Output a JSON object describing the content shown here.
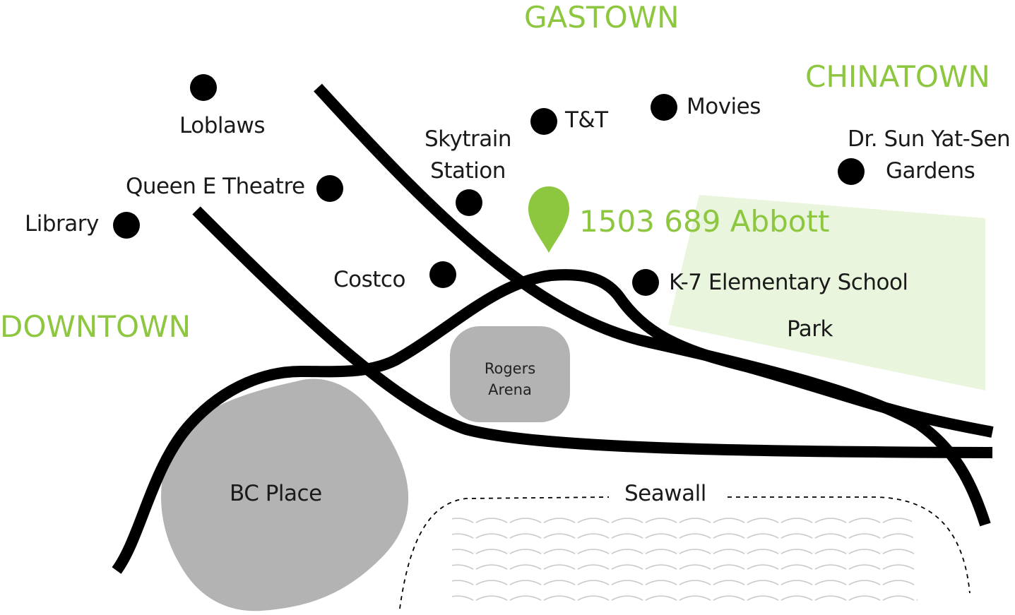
{
  "districts": {
    "gastown": "GASTOWN",
    "chinatown": "CHINATOWN",
    "downtown": "DOWNTOWN"
  },
  "destination": {
    "address": "1503 689 Abbott",
    "pin_icon": "map-pin-icon",
    "accent_color": "#8dc63f"
  },
  "places": {
    "loblaws": "Loblaws",
    "queen_e_theatre": "Queen E Theatre",
    "library": "Library",
    "skytrain_line1": "Skytrain",
    "skytrain_line2": "Station",
    "tnt": "T&T",
    "movies": "Movies",
    "sun_yat_sen_line1": "Dr. Sun Yat-Sen",
    "sun_yat_sen_line2": "Gardens",
    "costco": "Costco",
    "k7_school": "K-7 Elementary School",
    "park": "Park"
  },
  "venues": {
    "rogers_arena_line1": "Rogers",
    "rogers_arena_line2": "Arena",
    "bc_place": "BC Place",
    "seawall": "Seawall"
  },
  "colors": {
    "park_fill": "#e9f5dc",
    "venue_fill": "#b3b3b3",
    "road": "#000000",
    "water_waves": "#c8c8c8"
  }
}
